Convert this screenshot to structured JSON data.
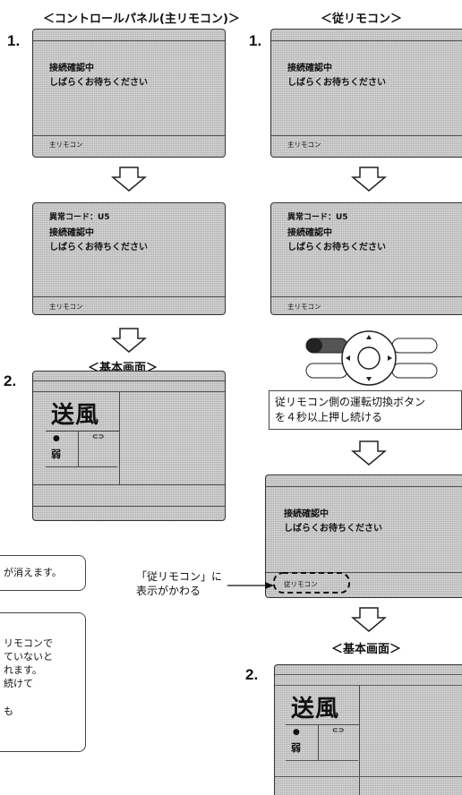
{
  "headings": {
    "control_panel": "＜コントロールパネル(主リモコン)＞",
    "sub_remote": "＜従リモコン＞",
    "base_screen": "＜基本画面＞"
  },
  "steps": {
    "one": "1.",
    "two": "2."
  },
  "lcd": {
    "line_checking": "接続確認中",
    "line_wait": "しばらくお待ちください",
    "error_code": "異常コード：U5",
    "main_remote_label": "主リモコン",
    "sub_remote_label": "従リモコン"
  },
  "base_screen": {
    "mode": "送風",
    "fan": "弱",
    "fan_dot": "●",
    "fan_tab": "⊂⊃"
  },
  "instruction_box": {
    "line1": "従リモコン側の運転切換ボタン",
    "line2": "を４秒以上押し続ける"
  },
  "callout": {
    "line1": "「従リモコン」に",
    "line2": "表示がかわる"
  },
  "left_note1": {
    "line1": "が消えます。"
  },
  "left_note2": {
    "line1": "リモコンで",
    "line2": "ていないと",
    "line3": "れます。",
    "line4": "続けて",
    "line5": "も"
  }
}
